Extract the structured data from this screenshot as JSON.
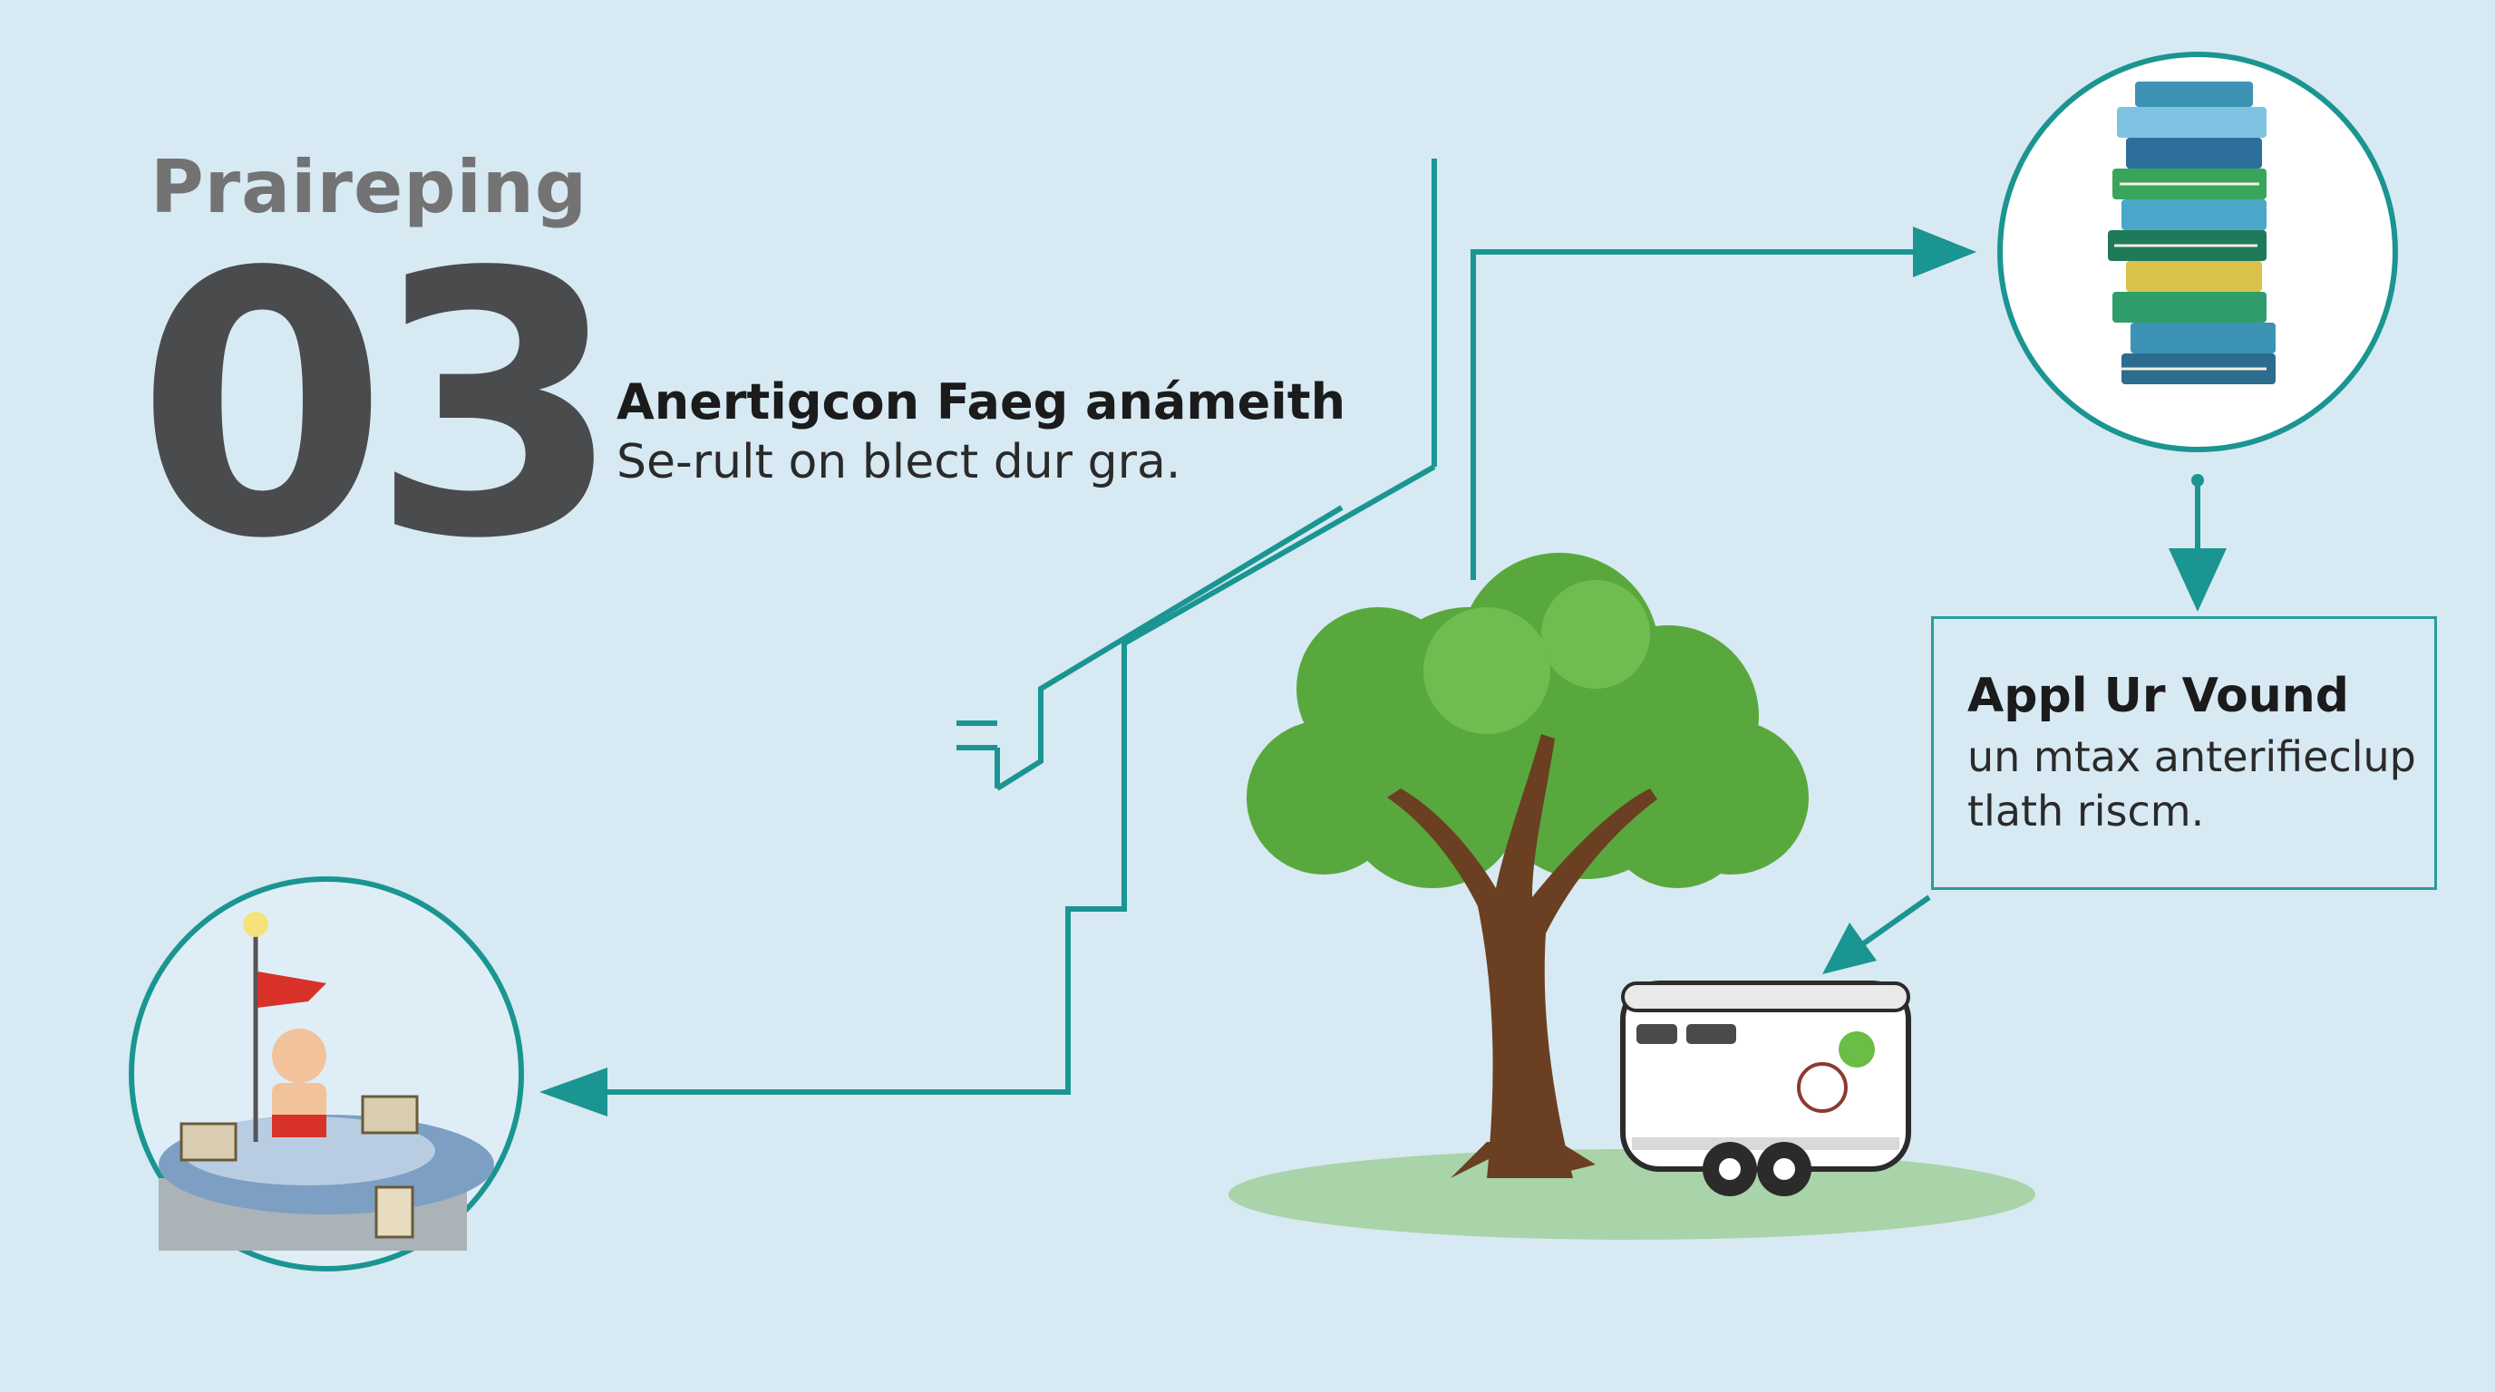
{
  "header": {
    "kicker": "Praireping",
    "step_number": "03",
    "heading": "Anertigcon Faeg anámeith",
    "body": "Se-rult on blect dur gra."
  },
  "callout": {
    "title": "Appl Ur Vound",
    "body": "un mtax anterifieclup tlath riscm."
  },
  "colors": {
    "background": "#d7e9f2",
    "accent": "#1a9591",
    "number": "#4a4b4d"
  },
  "icons": [
    "books-stack-icon",
    "tree-icon",
    "trailer-icon",
    "cartoon-car-icon"
  ]
}
